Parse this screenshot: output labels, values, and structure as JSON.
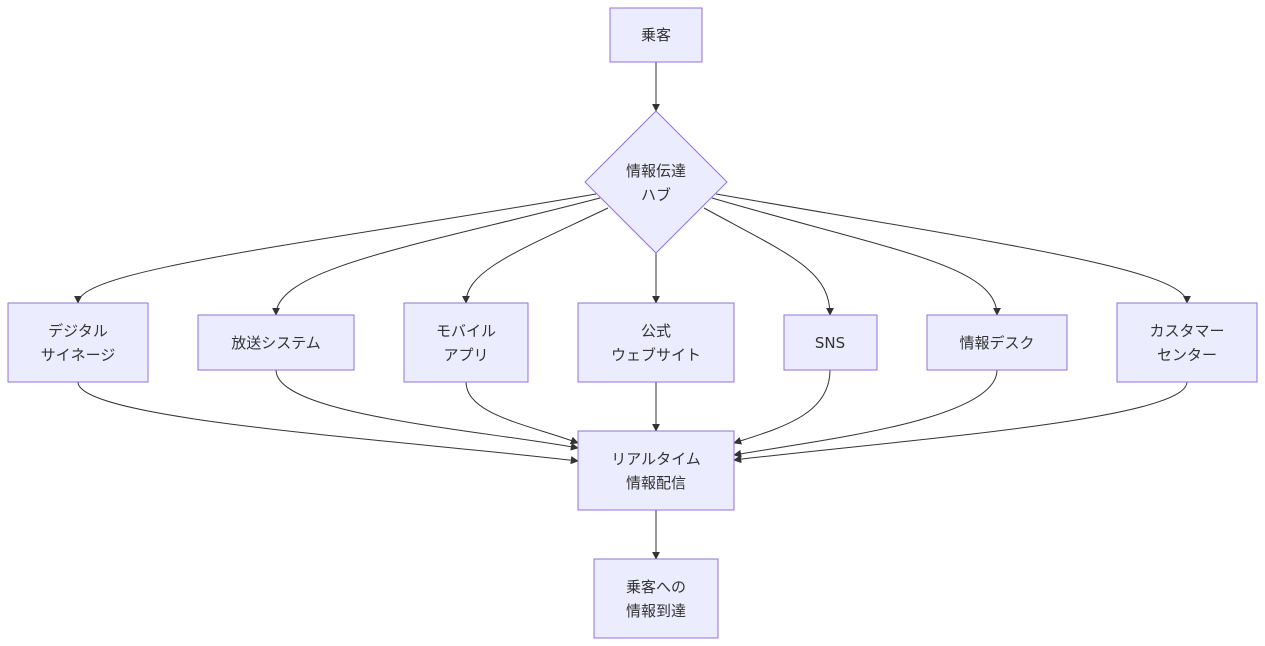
{
  "diagram": {
    "type": "flowchart",
    "colors": {
      "node_fill": "#ececff",
      "node_stroke": "#9370db",
      "edge": "#333333",
      "text": "#333333"
    },
    "nodes": {
      "passenger": {
        "lines": [
          "乗客"
        ]
      },
      "hub": {
        "lines": [
          "情報伝達",
          "ハブ"
        ]
      },
      "signage": {
        "lines": [
          "デジタル",
          "サイネージ"
        ]
      },
      "broadcast": {
        "lines": [
          "放送システム"
        ]
      },
      "mobile": {
        "lines": [
          "モバイル",
          "アプリ"
        ]
      },
      "website": {
        "lines": [
          "公式",
          "ウェブサイト"
        ]
      },
      "sns": {
        "lines": [
          "SNS"
        ]
      },
      "desk": {
        "lines": [
          "情報デスク"
        ]
      },
      "customer": {
        "lines": [
          "カスタマー",
          "センター"
        ]
      },
      "realtime": {
        "lines": [
          "リアルタイム",
          "情報配信"
        ]
      },
      "delivered": {
        "lines": [
          "乗客への",
          "情報到達"
        ]
      }
    },
    "edges": [
      [
        "passenger",
        "hub"
      ],
      [
        "hub",
        "signage"
      ],
      [
        "hub",
        "broadcast"
      ],
      [
        "hub",
        "mobile"
      ],
      [
        "hub",
        "website"
      ],
      [
        "hub",
        "sns"
      ],
      [
        "hub",
        "desk"
      ],
      [
        "hub",
        "customer"
      ],
      [
        "signage",
        "realtime"
      ],
      [
        "broadcast",
        "realtime"
      ],
      [
        "mobile",
        "realtime"
      ],
      [
        "website",
        "realtime"
      ],
      [
        "sns",
        "realtime"
      ],
      [
        "desk",
        "realtime"
      ],
      [
        "customer",
        "realtime"
      ],
      [
        "realtime",
        "delivered"
      ]
    ]
  }
}
